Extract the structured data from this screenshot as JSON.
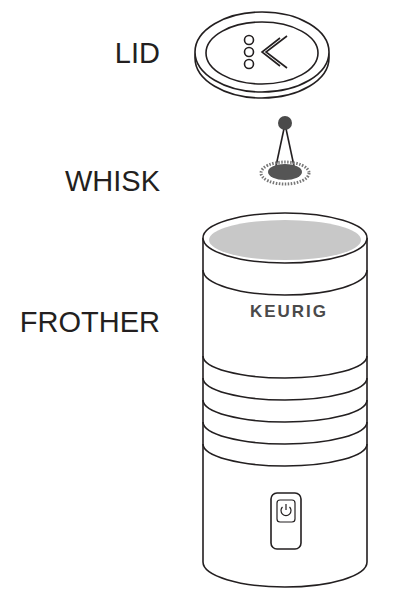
{
  "diagram": {
    "labels": [
      "LID",
      "WHISK",
      "FROTHER",
      "KEURIG"
    ]
  }
}
